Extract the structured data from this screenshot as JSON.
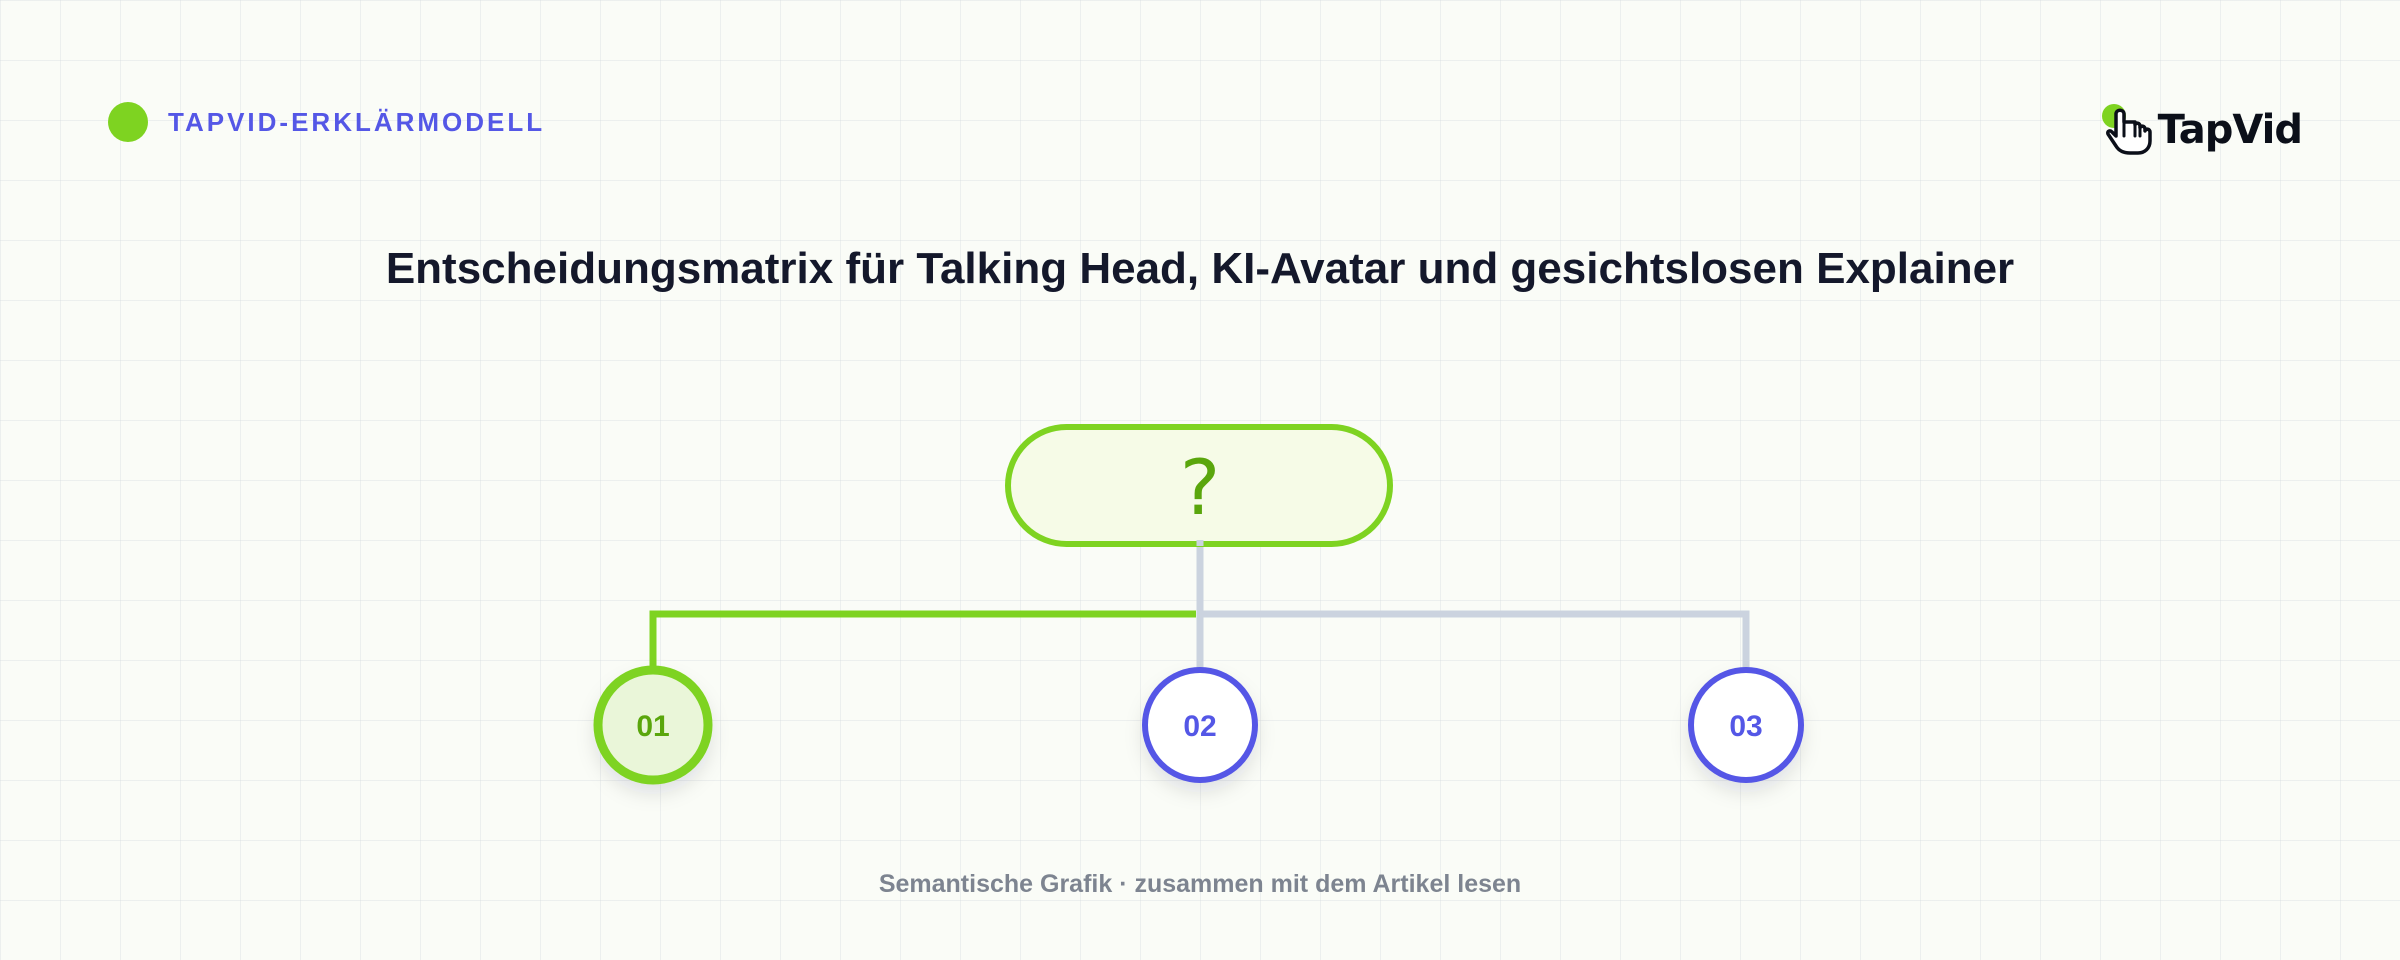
{
  "header": {
    "tag": "TAPVID-ERKLÄRMODELL",
    "logo_text": "TapVid"
  },
  "title": "Entscheidungsmatrix für Talking Head, KI-Avatar und gesichtslosen Explainer",
  "diagram": {
    "root_label": "?",
    "nodes": [
      {
        "label": "01",
        "highlighted": true
      },
      {
        "label": "02",
        "highlighted": false
      },
      {
        "label": "03",
        "highlighted": false
      }
    ]
  },
  "footer": "Semantische Grafik · zusammen mit dem Artikel lesen",
  "colors": {
    "accent_green": "#7ed321",
    "accent_green_dark": "#5aa60c",
    "accent_purple": "#5457e6",
    "connector_gray": "#cbd3df",
    "title_dark": "#14182b"
  }
}
